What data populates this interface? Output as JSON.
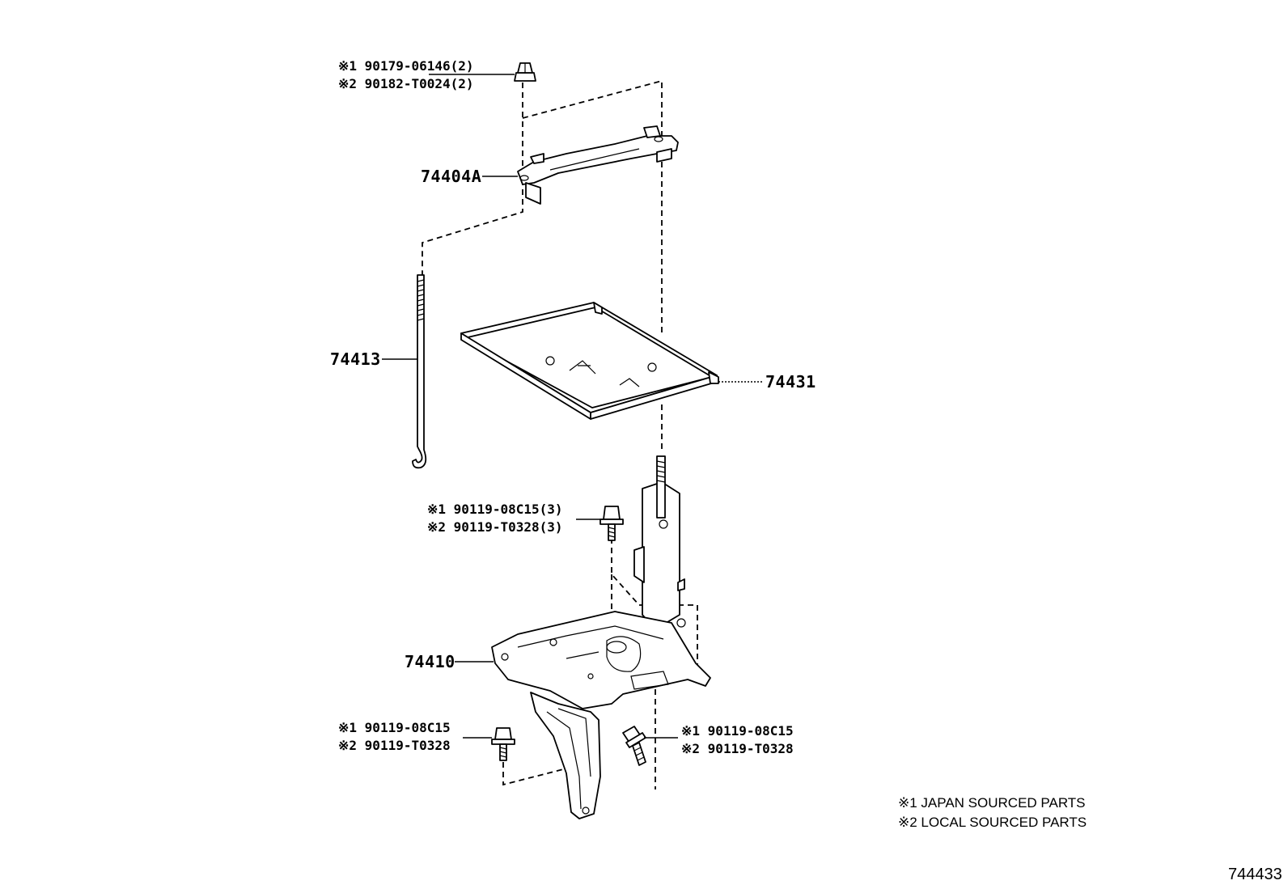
{
  "fasteners": {
    "top_nut": {
      "line1": "※1 90179-06146(2)",
      "line2": "※2 90182-T0024(2)"
    },
    "mid_bolt": {
      "line1": "※1 90119-08C15(3)",
      "line2": "※2 90119-T0328(3)"
    },
    "lower_left_bolt": {
      "line1": "※1 90119-08C15",
      "line2": "※2 90119-T0328"
    },
    "lower_right_bolt": {
      "line1": "※1 90119-08C15",
      "line2": "※2 90119-T0328"
    }
  },
  "parts": {
    "clamp": "74404A",
    "rod": "74413",
    "tray": "74431",
    "carrier": "74410"
  },
  "legend": {
    "note1": "※1 JAPAN SOURCED PARTS",
    "note2": "※2 LOCAL SOURCED PARTS"
  },
  "illustration_number": "744433"
}
